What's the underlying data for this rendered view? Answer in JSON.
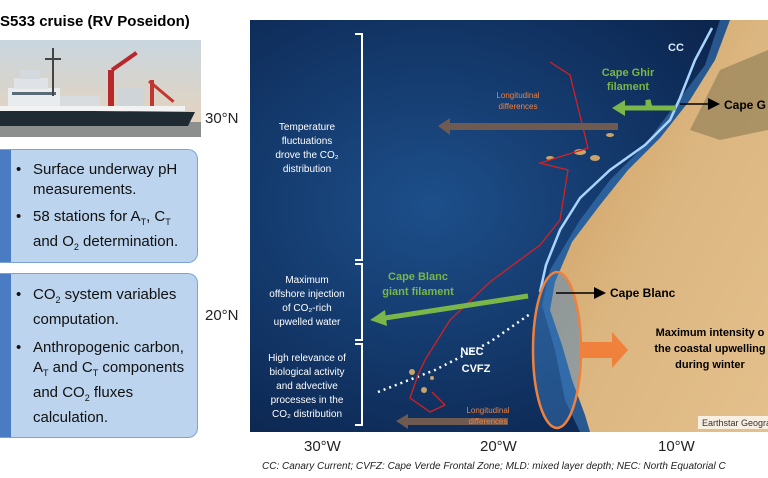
{
  "cruise_title": "S533 cruise (RV Poseidon)",
  "panels": {
    "measurements": [
      {
        "text": "Surface underway pH measurements."
      },
      {
        "pre": "58 stations for A",
        "sub1": "T",
        "mid": ", C",
        "sub2": "T",
        "post": " and O",
        "sub3": "2",
        "tail": " determination."
      }
    ],
    "computation": [
      {
        "pre": "CO",
        "sub1": "2",
        "post": " system variables computation."
      },
      {
        "pre": "Anthropogenic carbon, A",
        "sub1": "T",
        "mid": " and C",
        "sub2": "T",
        "post": " components and CO",
        "sub3": "2",
        "tail": " fluxes calculation."
      }
    ]
  },
  "axes": {
    "lat_30": "30°N",
    "lat_20": "20°N",
    "lon_30": "30°W",
    "lon_20": "20°W",
    "lon_10": "10°W"
  },
  "map": {
    "cc_label": "CC",
    "cape_ghir_filament": [
      "Cape Ghir",
      "filament"
    ],
    "cape_ghir_label": "Cape G",
    "longitudinal_top": [
      "Longitudinal",
      "differences"
    ],
    "longitudinal_bottom": [
      "Longitudinal",
      "differences"
    ],
    "cape_blanc_filament": [
      "Cape Blanc",
      "giant filament"
    ],
    "cape_blanc_label": "Cape Blanc",
    "nec_label": "NEC",
    "cvfz_label": "CVFZ",
    "upwelling": [
      "Maximum intensity o",
      "the coastal upwelling",
      "during winter"
    ],
    "attribution": "Earthstar Geogra",
    "colors": {
      "ocean_deep": "#0b1d3a",
      "coast": "#d9b27a",
      "green_arrow": "#7ab648",
      "orange": "#f0813c",
      "track": "#d62020"
    }
  },
  "side_notes": {
    "note1": [
      "Temperature",
      "fluctuations",
      "drove the CO₂",
      "distribution"
    ],
    "note2": [
      "Maximum",
      "offshore injection",
      "of CO₂-rich",
      "upwelled water"
    ],
    "note3": [
      "High relevance of",
      "biological activity",
      "and advective",
      "processes in the",
      "CO₂ distribution"
    ]
  },
  "footnote": "CC: Canary Current; CVFZ: Cape Verde Frontal Zone; MLD: mixed layer depth; NEC: North Equatorial C"
}
